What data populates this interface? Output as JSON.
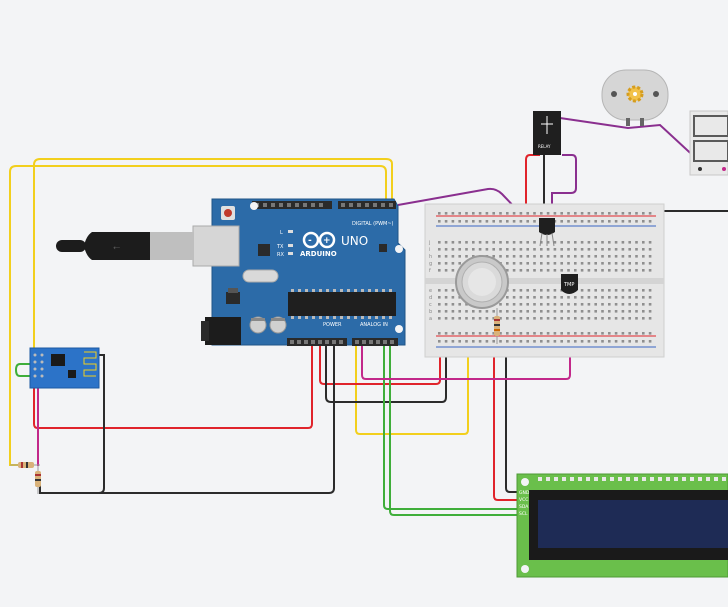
{
  "arduino": {
    "brand": "ARDUINO",
    "model": "UNO",
    "digital_label": "DIGITAL (PWM~)",
    "power_label": "POWER",
    "analog_label": "ANALOG IN",
    "tx": "TX",
    "rx": "RX",
    "l": "L"
  },
  "breadboard": {
    "row_letters": [
      "j",
      "i",
      "h",
      "g",
      "f",
      "e",
      "d",
      "c",
      "b",
      "a"
    ]
  },
  "sensor": {
    "label": "TMP"
  },
  "relay": {
    "label": "RELAY"
  },
  "lcd": {
    "pins": [
      "GND",
      "VCC",
      "SDA",
      "SCL"
    ]
  },
  "colors": {
    "wire_red": "#e0242b",
    "wire_yellow": "#f2cf1d",
    "wire_black": "#2b2b2b",
    "wire_green": "#3fae3a",
    "wire_purple": "#8a2f8f",
    "wire_magenta": "#c2288a",
    "arduino_blue": "#2c6ba8",
    "lcd_green": "#6abf4b",
    "lcd_screen": "#1e2b55",
    "esp_blue": "#2c73c8"
  }
}
